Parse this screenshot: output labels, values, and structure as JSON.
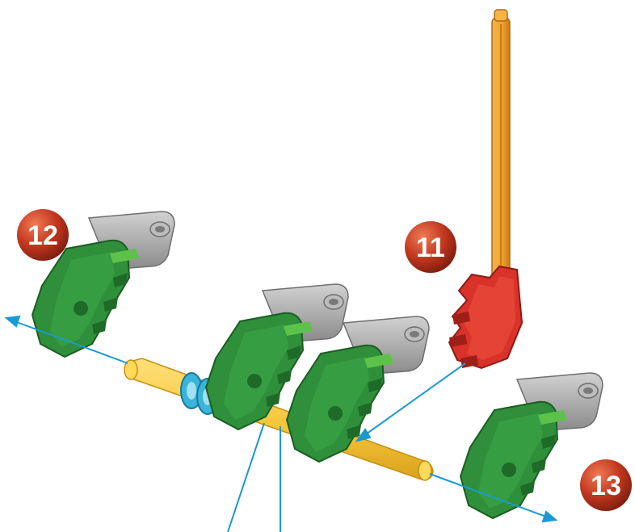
{
  "steps": [
    {
      "label": "11"
    },
    {
      "label": "12"
    },
    {
      "label": "13"
    }
  ],
  "colors": {
    "background": "#ffffff",
    "green_connector": "#2f8f3a",
    "green_connector_dark": "#1e6b27",
    "grey_clip": "#9b9b9b",
    "orange_rod": "#f0a02c",
    "yellow_rod": "#f6c63a",
    "blue_spacer": "#3ab5d8",
    "red_connector": "#d9322a",
    "arrow": "#1a9ad0",
    "badge": "#c2381f"
  },
  "parts": {
    "green_connectors": 4,
    "red_connectors": 1,
    "orange_rods": 1,
    "yellow_rods": 1,
    "blue_spacers": 2
  }
}
